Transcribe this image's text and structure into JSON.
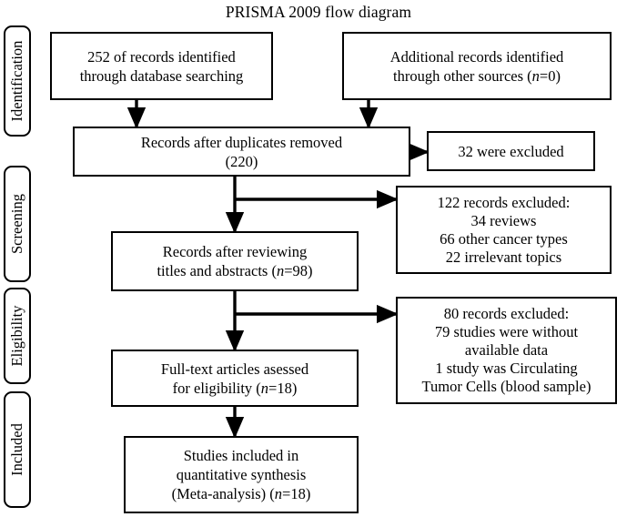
{
  "title": "PRISMA 2009 flow diagram",
  "stages": [
    {
      "id": "identification",
      "label": "Identification"
    },
    {
      "id": "screening",
      "label": "Screening"
    },
    {
      "id": "eligibility",
      "label": "Eligibility"
    },
    {
      "id": "included",
      "label": "Included"
    }
  ],
  "nodes": {
    "database_records": {
      "label": "252 of records identified\nthrough database searching",
      "count": 252,
      "kind": "source"
    },
    "other_records": {
      "label": "Additional records identified\nthrough other sources (n=0)",
      "count": 0,
      "kind": "source"
    },
    "after_duplicates": {
      "label": "Records after duplicates removed\n(220)",
      "count": 220,
      "kind": "process"
    },
    "duplicates_excluded": {
      "label": "32 were excluded",
      "count": 32,
      "kind": "excluded"
    },
    "after_screening": {
      "label": "Records after reviewing\ntitles and abstracts (n=98)",
      "count": 98,
      "kind": "process"
    },
    "screening_excluded": {
      "label": "122 records excluded:\n34 reviews\n66 other cancer types\n22 irrelevant topics",
      "count": 122,
      "kind": "excluded",
      "reasons": [
        {
          "label": "34 reviews",
          "count": 34
        },
        {
          "label": "66 other cancer types",
          "count": 66
        },
        {
          "label": "22 irrelevant topics",
          "count": 22
        }
      ]
    },
    "fulltext_assessed": {
      "label": "Full-text articles asessed\nfor eligibility (n=18)",
      "count": 18,
      "kind": "process"
    },
    "eligibility_excluded": {
      "label": "80 records excluded:\n79 studies were without\navailable data\n1 study was Circulating\nTumor Cells (blood sample)",
      "count": 80,
      "kind": "excluded",
      "reasons": [
        {
          "label": "79 studies were without available data",
          "count": 79
        },
        {
          "label": "1 study was Circulating Tumor Cells (blood sample)",
          "count": 1
        }
      ]
    },
    "included_studies": {
      "label": "Studies included in\nquantitative synthesis\n(Meta-analysis) (n=18)",
      "count": 18,
      "kind": "process"
    }
  },
  "colors": {
    "stroke": "#000000",
    "fill": "#ffffff",
    "text": "#000000"
  }
}
